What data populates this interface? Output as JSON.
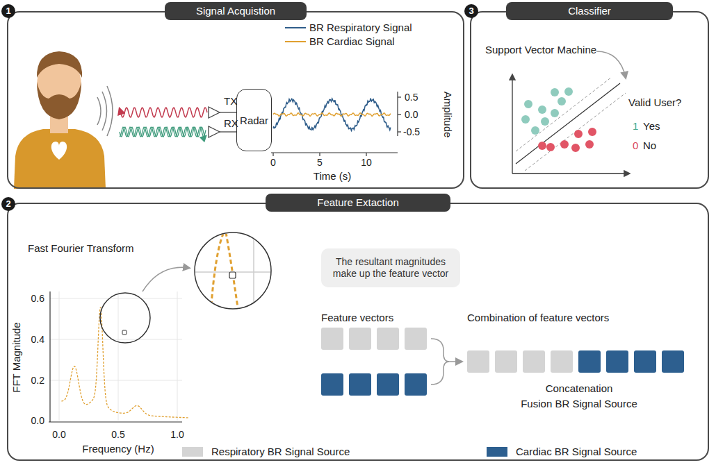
{
  "diagram": {
    "nodes": [
      {
        "text": [
          "Signal Acquistion"
        ]
      },
      {
        "text": [
          "Radar"
        ],
        "in": 0
      },
      {
        "text": [
          "Classifier"
        ]
      },
      {
        "text": [
          "Feature Extaction"
        ]
      },
      {
        "text": [
          "The resultant magnitudes make up the feature vector"
        ],
        "in": 3
      }
    ],
    "labels": [
      "1",
      "TX",
      "RX",
      "BR Respiratory Signal",
      "BR Cardiac Signal",
      "0.5",
      "0.0",
      "-0.5",
      "Amplitude",
      "0",
      "5",
      "10",
      "Time (s)",
      "3",
      "Support Vector Machine",
      "Valid User?",
      "1",
      "Yes",
      "0",
      "No",
      "2",
      "Fast Fourier Transform",
      "FFT Magnitude",
      "0.6",
      "0.4",
      "0.2",
      "0.0",
      "0.0",
      "0.5",
      "1.0",
      "Frequency (Hz)",
      "Feature vectors",
      "Combination of feature vectors",
      "Concatenation",
      "Fusion BR Signal Source"
    ],
    "legend": [
      {
        "text": "Respiratory BR Signal Source",
        "color": "#d4d4d4"
      },
      {
        "text": "Cardiac BR Signal Source",
        "color": "#2d5f8f"
      }
    ]
  }
}
